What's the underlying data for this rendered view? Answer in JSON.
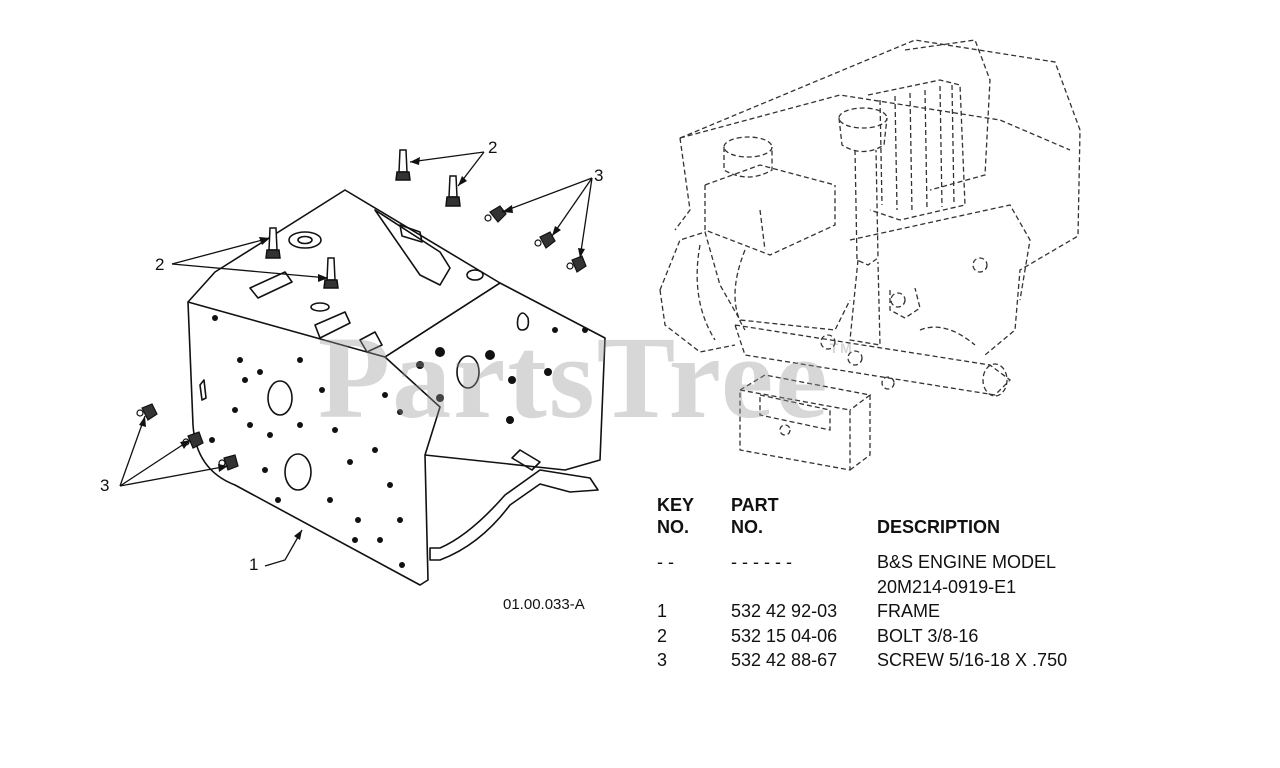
{
  "watermark": {
    "text": "PartsTree",
    "mark": "TM"
  },
  "figure_code": "01.00.033-A",
  "callouts": {
    "bolt_top": "2",
    "bolt_left": "2",
    "screw_top": "3",
    "screw_left": "3",
    "frame": "1"
  },
  "parts_table": {
    "headers": {
      "key_line1": "KEY",
      "key_line2": "NO.",
      "part_line1": "PART",
      "part_line2": "NO.",
      "description": "DESCRIPTION"
    },
    "rows": [
      {
        "key": "- -",
        "part": "- - - - - -",
        "description": "B&S ENGINE MODEL",
        "description_line2": "20M214-0919-E1"
      },
      {
        "key": "1",
        "part": "532 42 92-03",
        "description": "FRAME"
      },
      {
        "key": "2",
        "part": "532 15 04-06",
        "description": "BOLT 3/8-16"
      },
      {
        "key": "3",
        "part": "532 42 88-67",
        "description": "SCREW 5/16-18 X .750"
      }
    ]
  }
}
